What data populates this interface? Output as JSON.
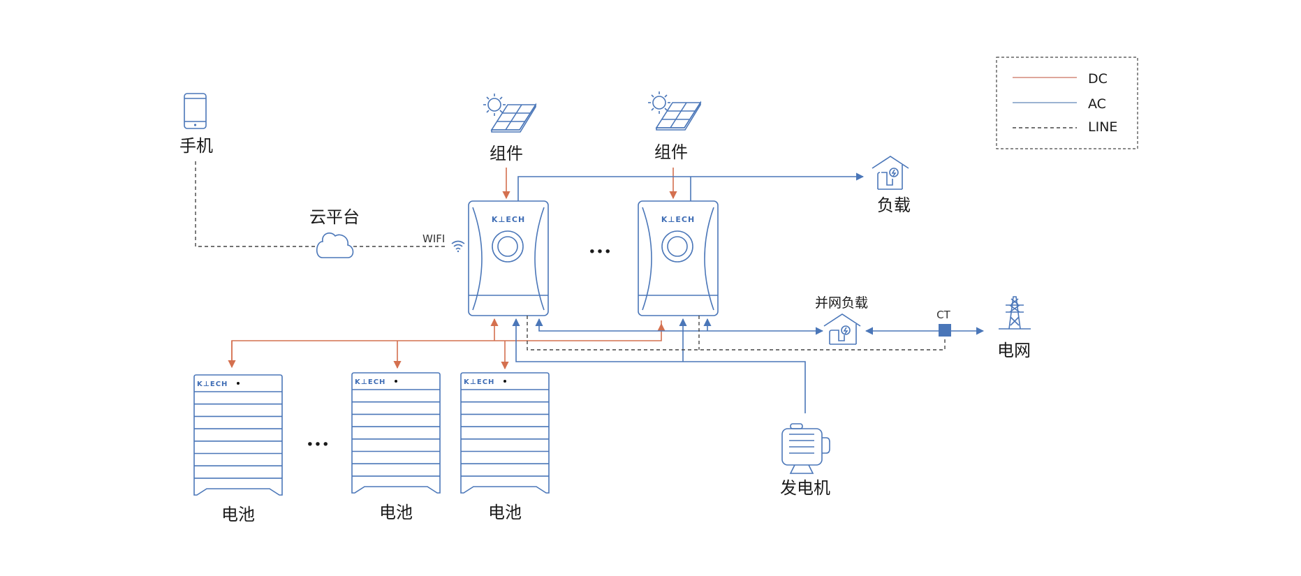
{
  "legend": {
    "items": [
      {
        "label": "DC",
        "color": "#d4704f",
        "style": "solid"
      },
      {
        "label": "AC",
        "color": "#4a76b8",
        "style": "solid"
      },
      {
        "label": "LINE",
        "color": "#444444",
        "style": "dashed"
      }
    ]
  },
  "nodes": {
    "phone": {
      "label": "手机",
      "icon": "smartphone-icon"
    },
    "cloud": {
      "label": "云平台",
      "icon": "cloud-icon"
    },
    "wifi": {
      "label": "WIFI",
      "icon": "wifi-icon"
    },
    "pv1": {
      "label": "组件",
      "icon": "solar-panel-icon"
    },
    "pv2": {
      "label": "组件",
      "icon": "solar-panel-icon"
    },
    "inverter1": {
      "brand": "K⊥ECH",
      "icon": "inverter-icon"
    },
    "inverter2": {
      "brand": "K⊥ECH",
      "icon": "inverter-icon"
    },
    "inverter_ellipsis": "•••",
    "load": {
      "label": "负载",
      "icon": "house-load-icon"
    },
    "grid_load": {
      "label": "并网负载",
      "icon": "house-load-icon"
    },
    "ct": {
      "label": "CT"
    },
    "grid": {
      "label": "电网",
      "icon": "power-tower-icon"
    },
    "generator": {
      "label": "发电机",
      "icon": "generator-icon"
    },
    "batteries": [
      {
        "label": "电池",
        "brand": "K⊥ECH"
      },
      {
        "label": "电池",
        "brand": "K⊥ECH"
      },
      {
        "label": "电池",
        "brand": "K⊥ECH"
      }
    ],
    "battery_ellipsis": "•••"
  },
  "colors": {
    "dc": "#d4704f",
    "ac": "#4a76b8",
    "line": "#444444",
    "icon": "#4a76b8"
  }
}
